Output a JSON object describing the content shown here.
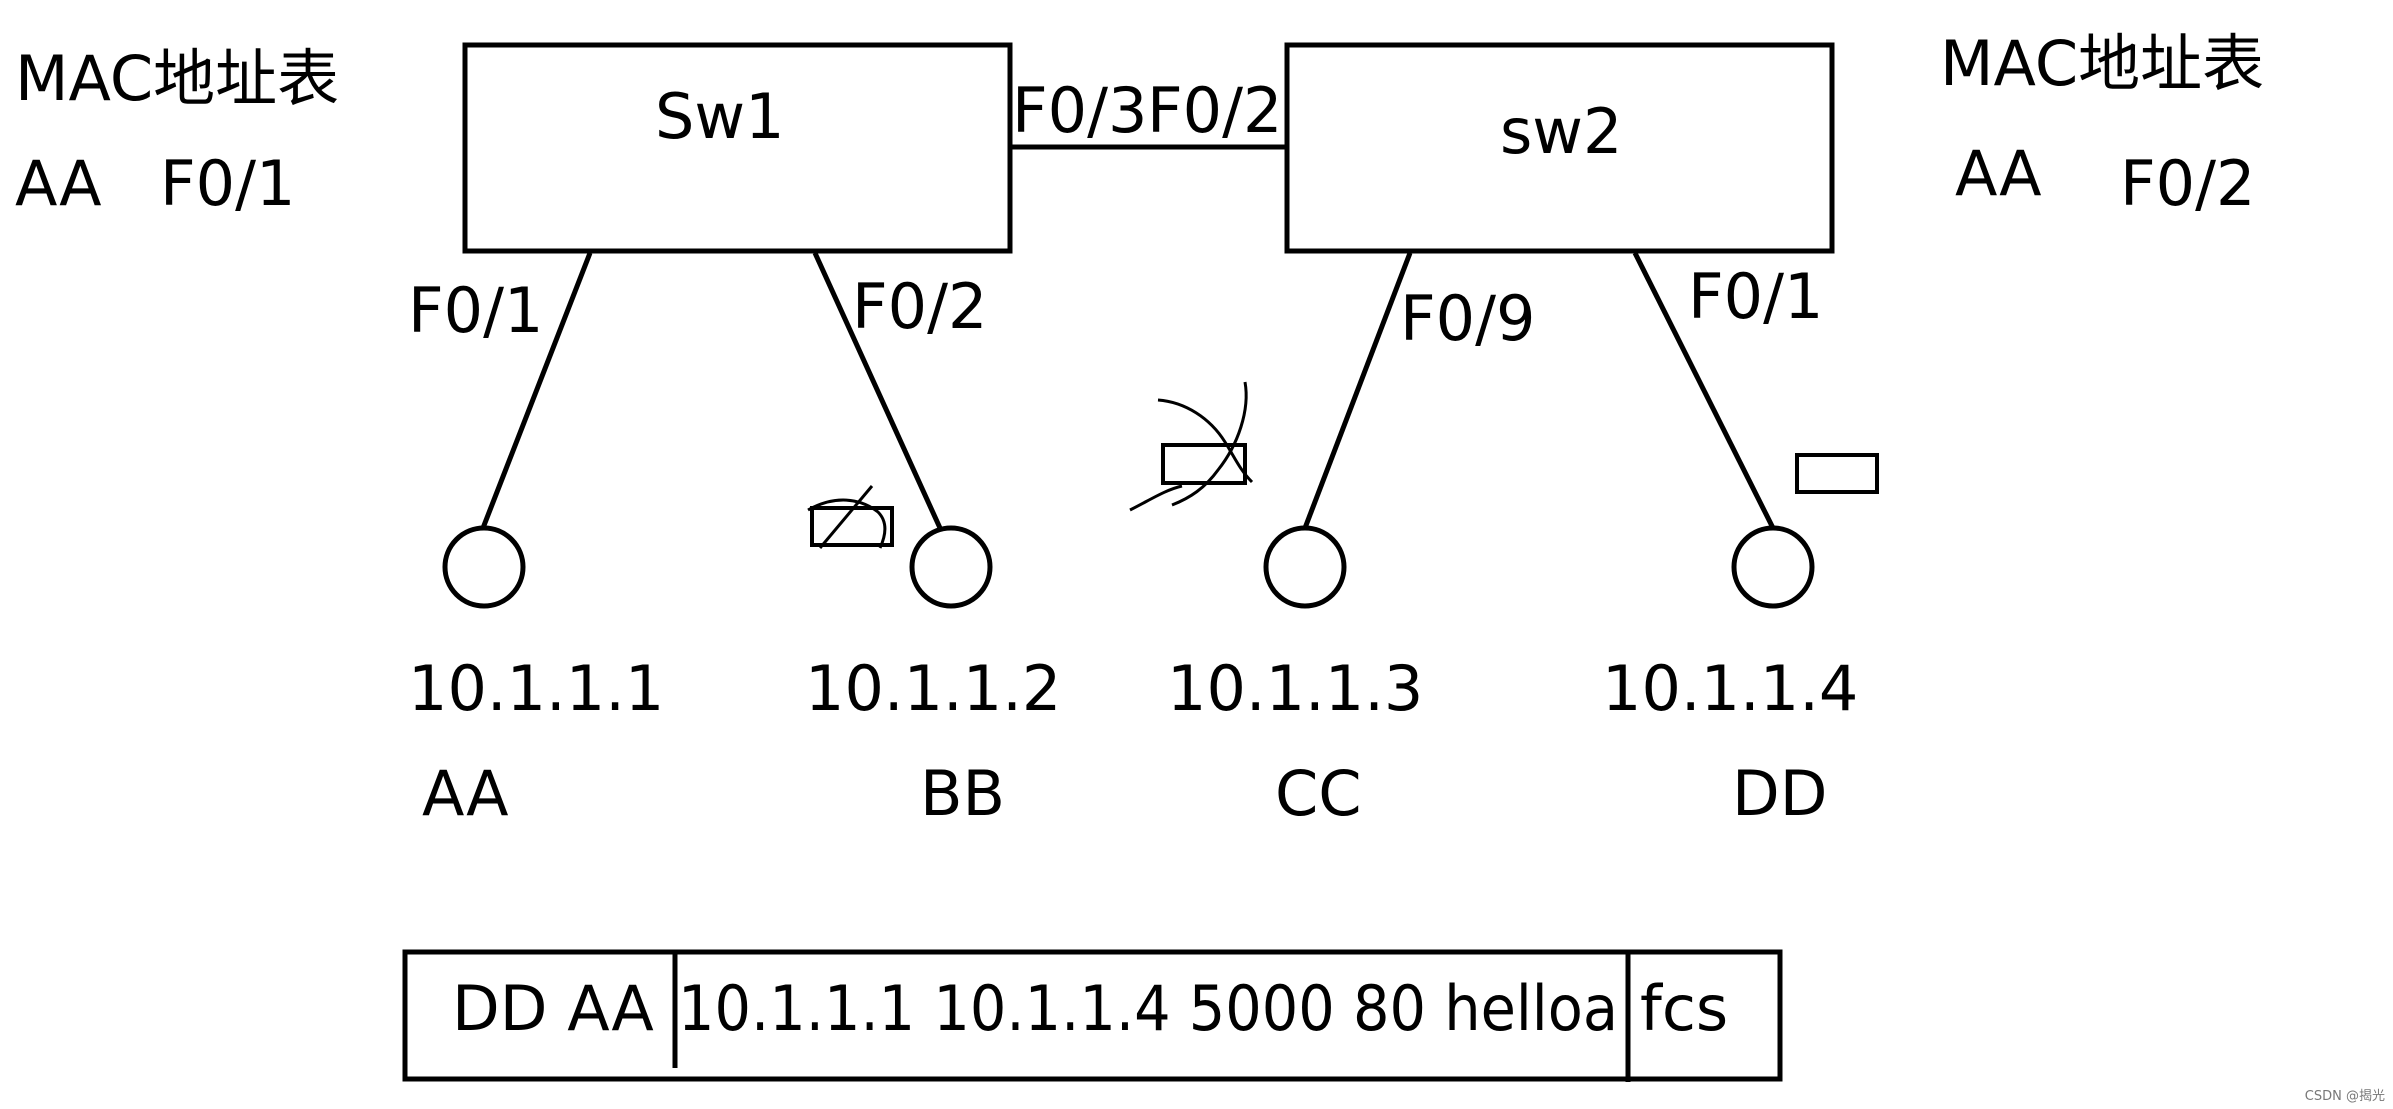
{
  "left_table": {
    "title": "MAC地址表",
    "mac": "AA",
    "port": "F0/1"
  },
  "right_table": {
    "title": "MAC地址表",
    "mac": "AA",
    "port": "F0/2"
  },
  "switches": {
    "sw1": {
      "name": "Sw1"
    },
    "sw2": {
      "name": "sw2"
    }
  },
  "trunk": {
    "port_sw1": "F0/3",
    "port_sw2": "F0/2"
  },
  "links": {
    "sw1_aa": "F0/1",
    "sw1_bb": "F0/2",
    "sw2_cc": "F0/9",
    "sw2_dd": "F0/1"
  },
  "hosts": [
    {
      "ip": "10.1.1.1",
      "mac": "AA"
    },
    {
      "ip": "10.1.1.2",
      "mac": "BB"
    },
    {
      "ip": "10.1.1.3",
      "mac": "CC"
    },
    {
      "ip": "10.1.1.4",
      "mac": "DD"
    }
  ],
  "frame": {
    "header": "DD AA",
    "payload": "10.1.1.1 10.1.1.4 5000 80 helloa",
    "trailer": "fcs"
  },
  "watermark": "CSDN @揭光"
}
